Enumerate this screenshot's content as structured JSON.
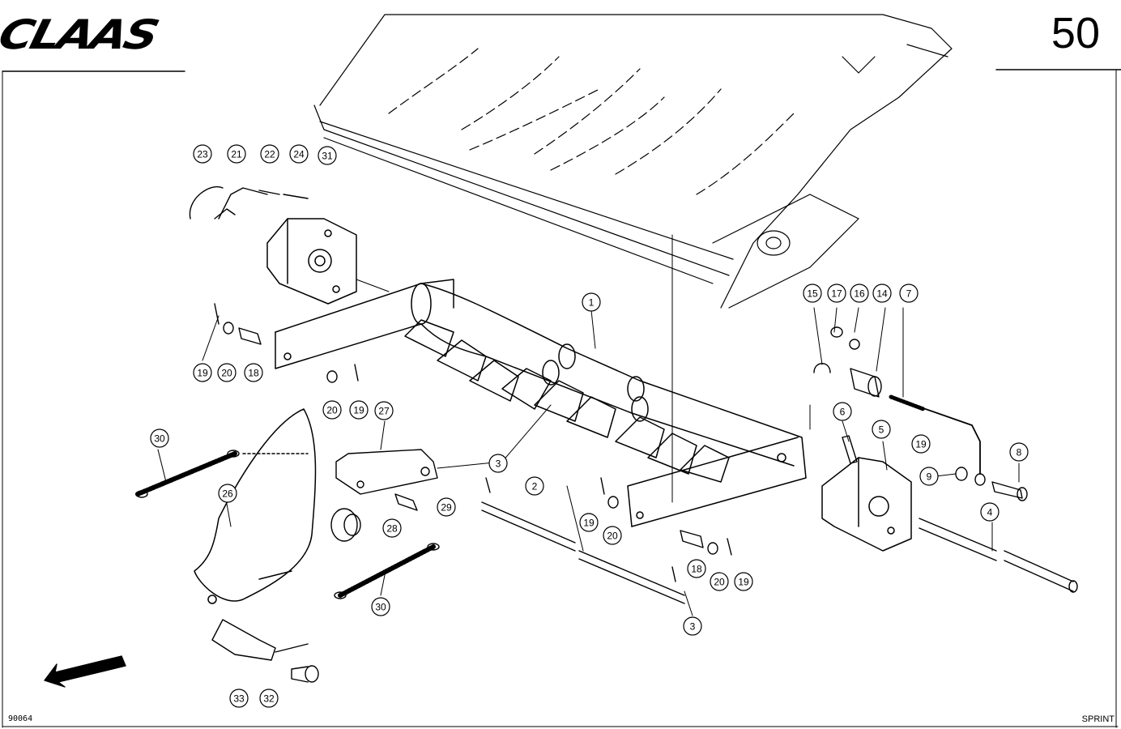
{
  "header": {
    "brand": "CLAAS",
    "page_number": "50"
  },
  "footer": {
    "drawing_id": "90064",
    "model": "SPRINT"
  },
  "callouts": [
    "23",
    "21",
    "22",
    "24",
    "31",
    "19",
    "20",
    "18",
    "20",
    "19",
    "27",
    "1",
    "15",
    "17",
    "16",
    "14",
    "7",
    "6",
    "5",
    "19",
    "9",
    "8",
    "30",
    "26",
    "3",
    "2",
    "19",
    "20",
    "29",
    "28",
    "4",
    "30",
    "18",
    "20",
    "19",
    "3",
    "33",
    "32"
  ]
}
